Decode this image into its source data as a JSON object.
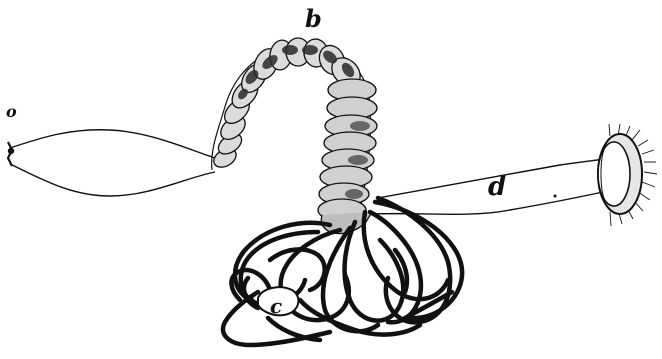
{
  "figure": {
    "labels": {
      "a": "o",
      "b": "b",
      "c": "c",
      "d": "d"
    },
    "colors": {
      "ink": "#111111",
      "paper": "#ffffff",
      "shade": "#2a2a2a"
    }
  }
}
